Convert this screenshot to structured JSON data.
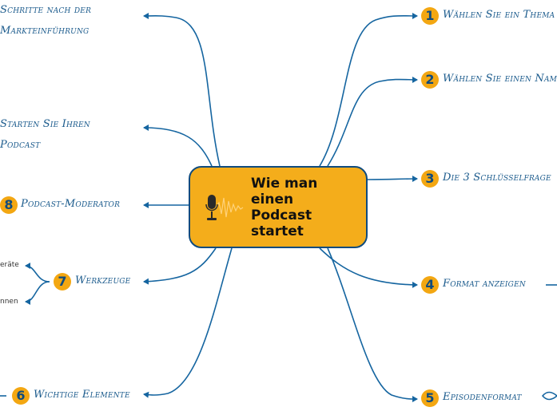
{
  "central": {
    "title": "Wie man einen Podcast startet",
    "icon": "microphone-soundwave-icon"
  },
  "colors": {
    "accent": "#f4ad1b",
    "line": "#1565a0",
    "text": "#1a5a8c",
    "border": "#0f4b7e"
  },
  "branches": [
    {
      "number": "1",
      "label": "Wählen Sie ein Thema"
    },
    {
      "number": "2",
      "label": "Wählen Sie einen Nam"
    },
    {
      "number": "3",
      "label": "Die 3 Schlüsselfrage"
    },
    {
      "number": "4",
      "label": "Format anzeigen"
    },
    {
      "number": "5",
      "label": "Episodenformat"
    },
    {
      "number": "6",
      "label": "Wichtige Elemente"
    },
    {
      "number": "7",
      "label": "Werkzeuge"
    },
    {
      "number": "8",
      "label": "Podcast-Moderator"
    },
    {
      "number": "",
      "label": "Starten Sie Ihren Podcast"
    },
    {
      "number": "",
      "label": "Schritte nach der Markteinführung"
    }
  ],
  "subtopics": {
    "tools_items": [
      "eräte",
      "nnen"
    ]
  }
}
